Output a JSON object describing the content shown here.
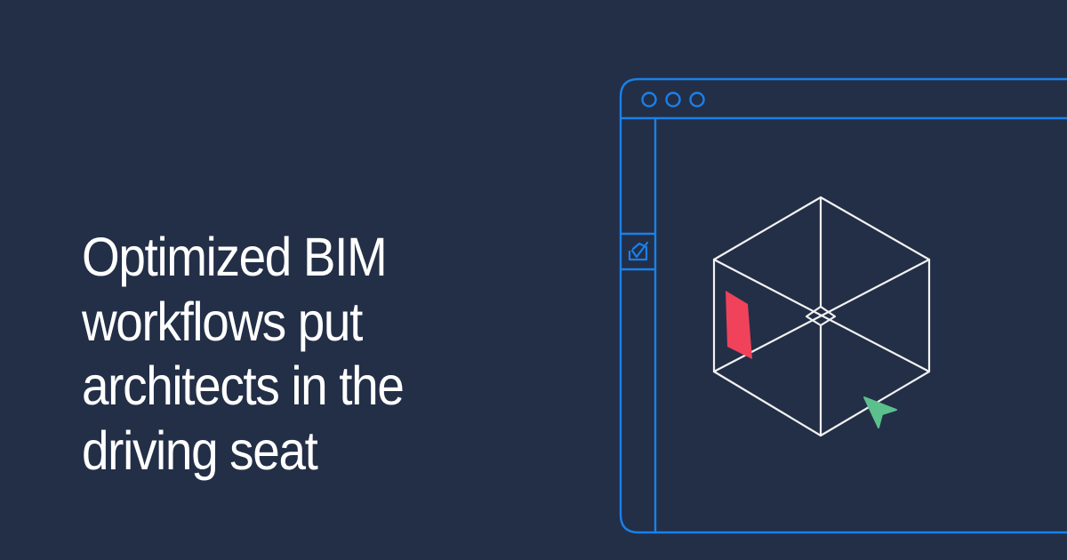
{
  "headline": {
    "lines": [
      "Optimized BIM",
      "workflows put",
      "architects in the",
      "driving seat"
    ]
  },
  "illustration": {
    "window_controls": [
      "circle",
      "circle",
      "circle"
    ],
    "sidebar_icon": "checkbox-check-icon",
    "model": "wireframe-cube",
    "selection_face": "red-highlight",
    "cursor": "green-cursor-icon"
  },
  "colors": {
    "background": "#232f47",
    "window_stroke": "#1a80ea",
    "cube_stroke": "#f2f2f2",
    "highlight": "#f0425a",
    "cursor": "#5cc08c",
    "text": "#ffffff"
  }
}
